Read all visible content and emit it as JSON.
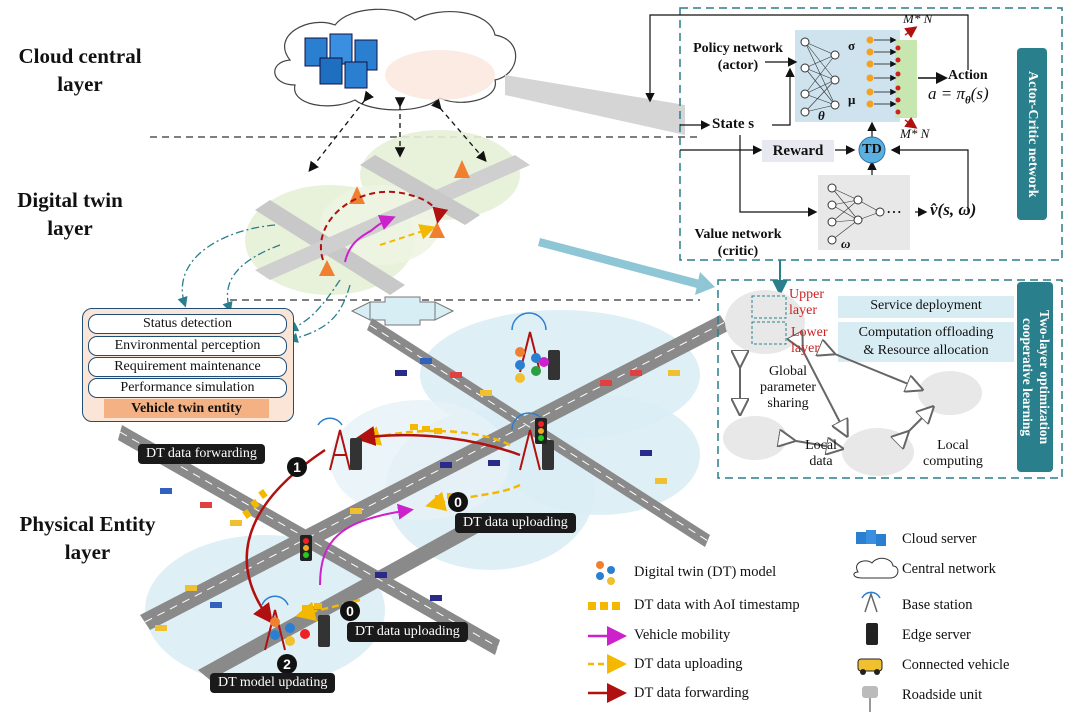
{
  "layers": {
    "cloud": "Cloud central layer",
    "cloud_l1": "Cloud central",
    "cloud_l2": "layer",
    "twin_l1": "Digital twin",
    "twin_l2": "layer",
    "phys_l1": "Physical Entity",
    "phys_l2": "layer"
  },
  "functions": {
    "items": [
      "Status detection",
      "Environmental perception",
      "Requirement maintenance",
      "Performance simulation"
    ],
    "entity": "Vehicle twin entity"
  },
  "physical": {
    "forwarding": "DT data forwarding",
    "uploading_top": "DT data uploading",
    "uploading_bottom": "DT data uploading",
    "model_updating": "DT model updating",
    "badge1": "1",
    "badge0a": "0",
    "badge0b": "0",
    "badge2": "2"
  },
  "actor_critic": {
    "tab": "Actor-Critic network",
    "policy_l1": "Policy network",
    "policy_l2": "(actor)",
    "value_l1": "Value network",
    "value_l2": "(critic)",
    "state": "State s",
    "reward": "Reward",
    "td": "TD",
    "action": "Action",
    "action_eq": "a = π",
    "action_sub": "θ",
    "action_tail": "(s)",
    "mn_top": "M* N",
    "mn_bottom": "M* N",
    "sigma": "σ",
    "mu": "μ",
    "theta": "θ",
    "omega": "ω",
    "dots": "⋯",
    "vhat": "v̂(s, ω)"
  },
  "two_layer": {
    "tab": "Two-layer optimization cooperative learning",
    "upper": "Upper layer",
    "upper_l1": "Upper",
    "upper_l2": "layer",
    "lower_l1": "Lower",
    "lower_l2": "layer",
    "service": "Service deployment",
    "offload_l1": "Computation offloading",
    "offload_l2": "& Resource allocation",
    "global_l1": "Global",
    "global_l2": "parameter",
    "global_l3": "sharing",
    "local_data_l1": "Local",
    "local_data_l2": "data",
    "local_comp_l1": "Local",
    "local_comp_l2": "computing"
  },
  "legend": {
    "left": [
      "Digital twin (DT) model",
      "DT data with AoI timestamp",
      "Vehicle mobility",
      "DT data uploading",
      "DT data forwarding"
    ],
    "right": [
      "Cloud server",
      "Central network",
      "Base station",
      "Edge server",
      "Connected vehicle",
      "Roadside unit"
    ]
  },
  "colors": {
    "teal": "#2a7f8c",
    "dashed_border": "#2a7f8c",
    "forward_red": "#b01010",
    "upload_yellow": "#f5b800",
    "mobility_magenta": "#cc22cc",
    "road": "#8a8a8a"
  }
}
